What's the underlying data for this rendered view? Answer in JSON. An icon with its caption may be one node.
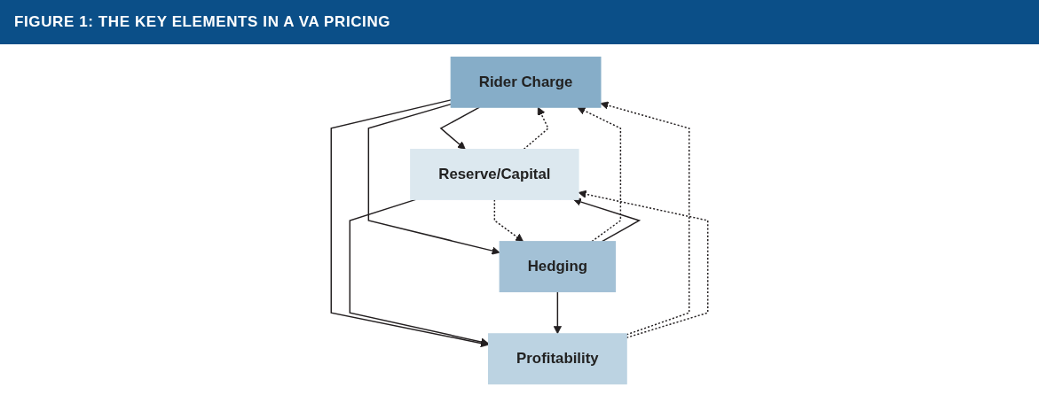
{
  "diagram": {
    "title": "FIGURE 1: THE KEY ELEMENTS IN A VA PRICING",
    "nodes": [
      {
        "text": [
          "Rider Charge"
        ]
      },
      {
        "text": [
          "Reserve/Capital"
        ]
      },
      {
        "text": [
          "Hedging"
        ]
      },
      {
        "text": [
          "Profitability"
        ]
      }
    ],
    "edges": [
      {
        "from": 0,
        "to": 1,
        "arrow": "to"
      },
      {
        "from": 1,
        "to": 0,
        "arrow": "to",
        "style": "dashed"
      },
      {
        "from": 0,
        "to": 2,
        "arrow": "to"
      },
      {
        "from": 2,
        "to": 0,
        "arrow": "to",
        "style": "dashed"
      },
      {
        "from": 0,
        "to": 3,
        "arrow": "to"
      },
      {
        "from": 3,
        "to": 0,
        "arrow": "to",
        "style": "dashed"
      },
      {
        "from": 1,
        "to": 2,
        "arrow": "to",
        "style": "dashed"
      },
      {
        "from": 2,
        "to": 1,
        "arrow": "to"
      },
      {
        "from": 1,
        "to": 3,
        "arrow": "to"
      },
      {
        "from": 3,
        "to": 1,
        "arrow": "to",
        "style": "dashed"
      },
      {
        "from": 2,
        "to": 3,
        "arrow": "to"
      }
    ]
  }
}
